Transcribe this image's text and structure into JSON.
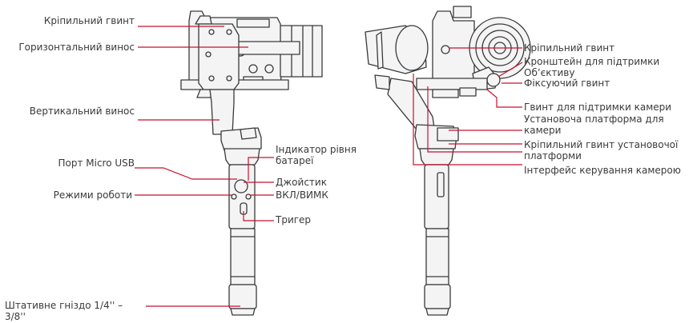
{
  "left_labels": {
    "fixing_screw": "Кріпильний гвинт",
    "horizontal_arm": "Горизонтальний винос",
    "vertical_arm": "Вертикальний винос",
    "micro_usb": "Порт Micro USB",
    "modes": "Режими роботи",
    "tripod_socket": "Штативне гніздо 1/4'' – 3/8''",
    "battery_indicator": "Індикатор рівня батареї",
    "joystick": "Джойстик",
    "power": "ВКЛ/ВИМК",
    "trigger": "Тригер"
  },
  "right_labels": {
    "fixing_screw": "Кріпильний гвинт",
    "lens_support": "Кронштейн для підтримки Об’єктиву",
    "lock_screw": "Фіксуючий гвинт",
    "camera_support_screw": "Гвинт для підтримки камери",
    "mounting_platform": "Установоча платформа для камери",
    "platform_screw": "Кріпильний гвинт установочої платформи",
    "camera_control": "Інтерфейс керування камерою"
  },
  "colors": {
    "leader": "#c8102e",
    "outline": "#3a3a3a",
    "fill": "#f4f4f4"
  }
}
